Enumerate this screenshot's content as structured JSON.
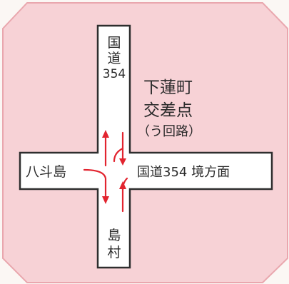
{
  "intersection": {
    "name_line1": "下蓮町",
    "name_line2": "交差点",
    "note": "（う回路）"
  },
  "roads": {
    "north": {
      "line1": "国",
      "line2": "道",
      "line3": "354"
    },
    "south": {
      "line1": "島",
      "line2": "村"
    },
    "west": {
      "label": "八斗島"
    },
    "east": {
      "label": "国道354 境方面"
    }
  },
  "colors": {
    "background_panel": "#f7d2d6",
    "panel_border": "#e9a7ae",
    "road_fill": "#ffffff",
    "road_outline": "#2e2e2e",
    "arrow": "#e2242f",
    "text": "#2b2b2b"
  }
}
